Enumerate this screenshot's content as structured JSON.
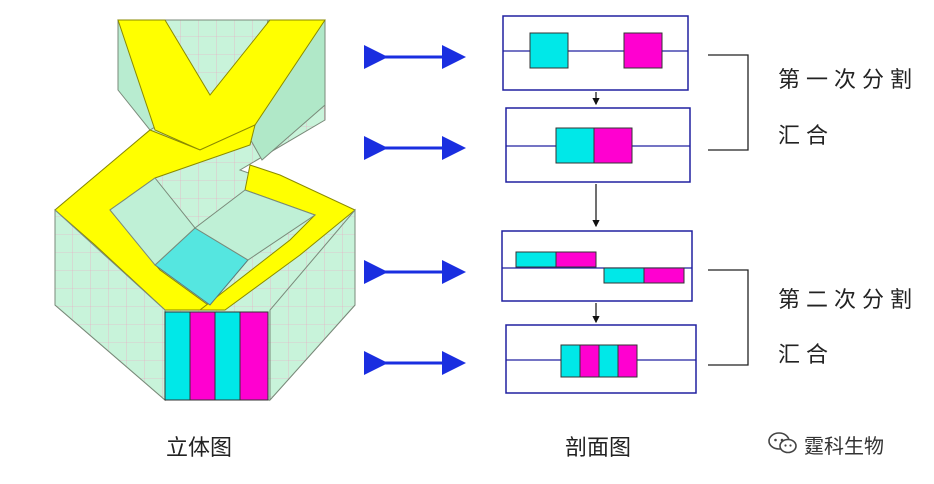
{
  "labels": {
    "three_d": "立体图",
    "section": "剖面图",
    "first_split": "第一次分割",
    "first_merge": "汇合",
    "second_split": "第二次分割",
    "second_merge": "汇合"
  },
  "watermark": {
    "text": "霆科生物",
    "icon": "wechat-icon"
  },
  "colors": {
    "cyan": "#00e8e8",
    "magenta": "#ff00d0",
    "yellow": "#ffff00",
    "mint": "#c6f2d8",
    "outline": "#2020a0",
    "arrow": "#1a2ee0"
  }
}
